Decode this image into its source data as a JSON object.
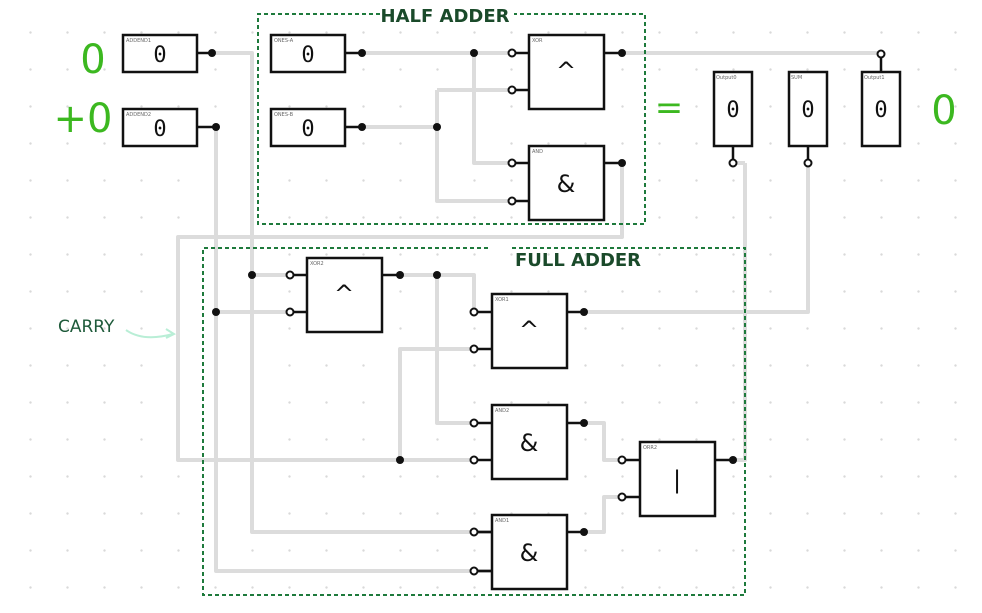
{
  "left_values": {
    "addend1": "0",
    "addend2": "+0"
  },
  "result_equals": "=",
  "result_value": "0",
  "regions": {
    "half_adder": "HALF ADDER",
    "full_adder": "FULL ADDER"
  },
  "carry_label": "CARRY",
  "inputs": {
    "addend1": {
      "name": "ADDEND1",
      "value": "0"
    },
    "addend2": {
      "name": "ADDEND2",
      "value": "0"
    },
    "ones_a": {
      "name": "ONES-A",
      "value": "0"
    },
    "ones_b": {
      "name": "ONES-B",
      "value": "0"
    }
  },
  "outputs": {
    "output0": {
      "name": "Output0",
      "value": "0"
    },
    "sum": {
      "name": "SUM",
      "value": "0"
    },
    "output1": {
      "name": "Output1",
      "value": "0"
    }
  },
  "gates": {
    "xor_half": {
      "name": "XOR",
      "symbol": "^"
    },
    "and_half": {
      "name": "AND",
      "symbol": "&"
    },
    "xor2": {
      "name": "XOR2",
      "symbol": "^"
    },
    "xor1": {
      "name": "XOR1",
      "symbol": "^"
    },
    "and2": {
      "name": "AND2",
      "symbol": "&"
    },
    "or2": {
      "name": "ORR2",
      "symbol": "|"
    },
    "and1": {
      "name": "AND1",
      "symbol": "&"
    }
  },
  "colors": {
    "wire": "#dcdcdc",
    "frame": "#1e7a3c",
    "value_green": "#3cb820",
    "carry_arrow": "#b9eed6"
  }
}
